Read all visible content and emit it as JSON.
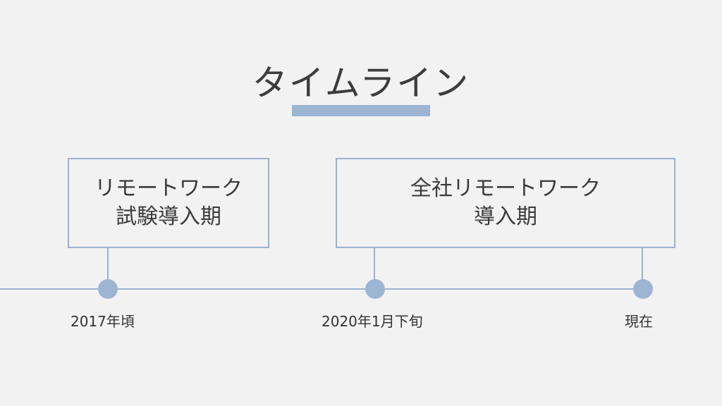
{
  "title": "タイムライン",
  "colors": {
    "background": "#f2f2f3",
    "accent": "#9bb5d3",
    "line": "#9bb2cf",
    "text": "#3a3a3a"
  },
  "periods": [
    {
      "line1": "リモートワーク",
      "line2": "試験導入期"
    },
    {
      "line1": "全社リモートワーク",
      "line2": "導入期"
    }
  ],
  "milestones": [
    {
      "label": "2017年頃"
    },
    {
      "label": "2020年1月下旬"
    },
    {
      "label": "現在"
    }
  ]
}
